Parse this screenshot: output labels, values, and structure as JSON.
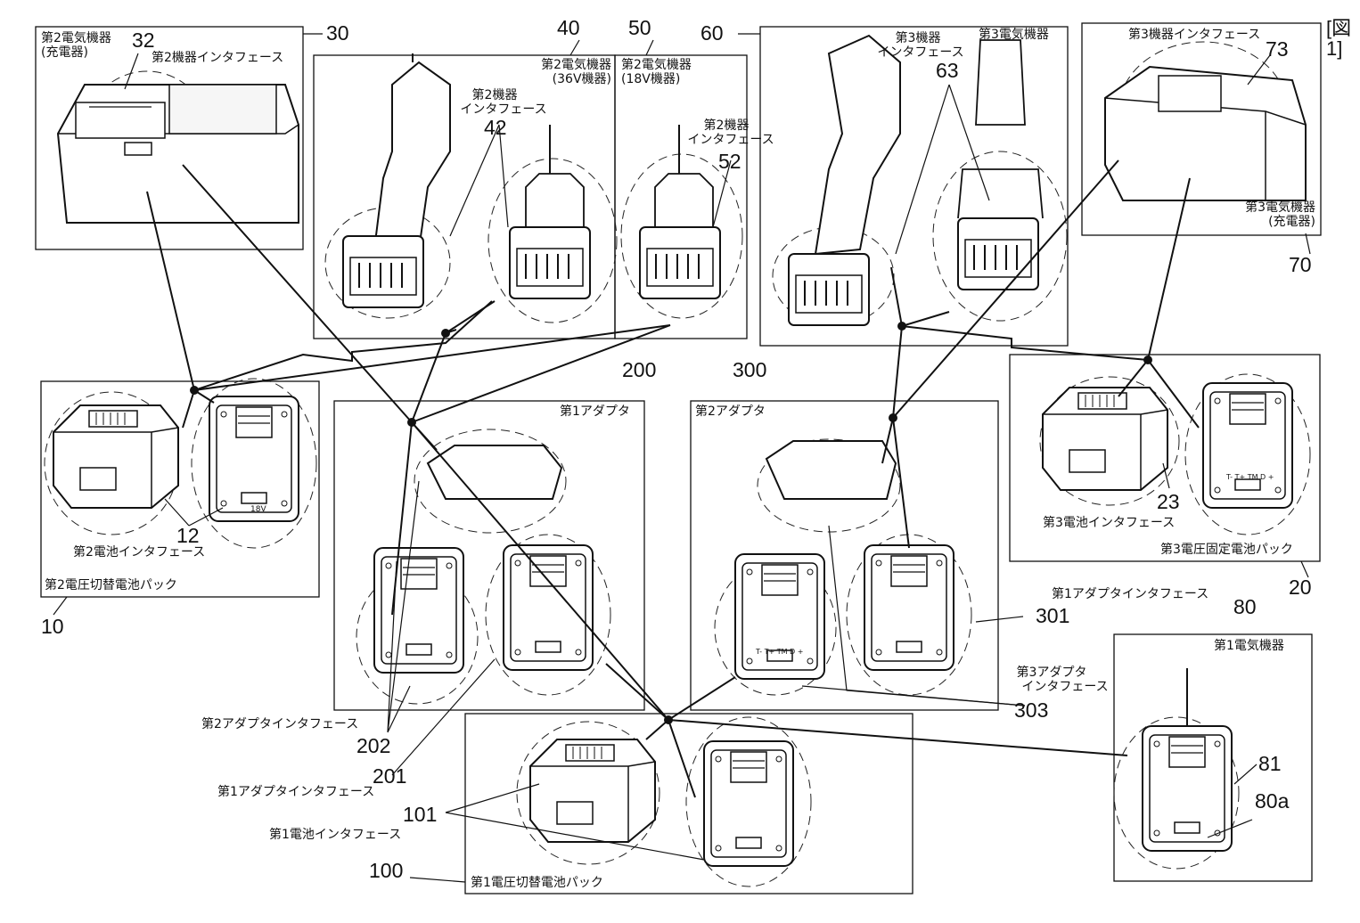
{
  "figure_label": "[図1]",
  "boxes": {
    "b30": {
      "name": "第2電気機器",
      "sub": "(充電器)",
      "ref": "30",
      "iface_ref": "32",
      "iface": "第2機器インタフェース"
    },
    "b40": {
      "name": "第2電気機器",
      "sub": "(36V機器)",
      "ref": "40",
      "iface_l1": "第2機器",
      "iface_l2": "インタフェース",
      "iface_ref": "42"
    },
    "b50": {
      "name": "第2電気機器",
      "sub": "(18V機器)",
      "ref": "50",
      "iface_l1": "第2機器",
      "iface_l2": "インタフェース",
      "iface_ref": "52"
    },
    "b60": {
      "name": "第3電気機器",
      "ref": "60",
      "iface_l1": "第3機器",
      "iface_l2": "インタフェース",
      "iface_ref": "63"
    },
    "b70": {
      "name": "第3電気機器",
      "sub": "(充電器)",
      "ref": "70",
      "iface": "第3機器インタフェース",
      "iface_ref": "73"
    },
    "b10": {
      "name": "第2電圧切替電池パック",
      "ref": "10",
      "iface": "第2電池インタフェース",
      "iface_ref": "12"
    },
    "b200": {
      "name": "第1アダプタ",
      "ref": "200"
    },
    "b300": {
      "name": "第2アダプタ",
      "ref": "300"
    },
    "b20": {
      "name": "第3電圧固定電池パック",
      "ref": "20",
      "iface": "第3電池インタフェース",
      "iface_ref": "23"
    },
    "b80": {
      "name": "第1電気機器",
      "ref": "80",
      "ref_a": "81",
      "ref_b": "80a"
    },
    "b100": {
      "name": "第1電圧切替電池パック",
      "ref": "100"
    }
  },
  "callouts": {
    "a301": {
      "label": "第1アダプタインタフェース",
      "ref": "301"
    },
    "a303": {
      "label_l1": "第3アダプタ",
      "label_l2": "インタフェース",
      "ref": "303"
    },
    "a202": {
      "label": "第2アダプタインタフェース",
      "ref": "202"
    },
    "a201": {
      "label": "第1アダプタインタフェース",
      "ref": "201"
    },
    "a101": {
      "label": "第1電池インタフェース",
      "ref": "101"
    }
  },
  "device_marks": {
    "tag_18v": "18V",
    "pins": "T- T+ TM D +"
  }
}
